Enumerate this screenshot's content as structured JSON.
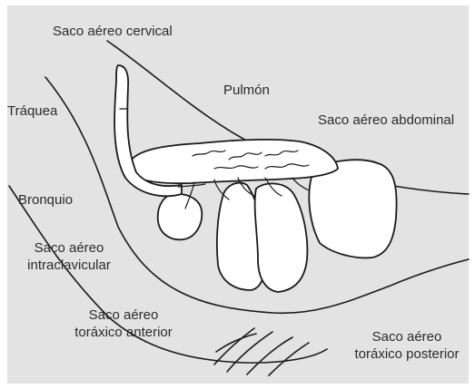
{
  "diagram": {
    "labels": {
      "cervical": "Saco aéreo cervical",
      "pulmon": "Pulmón",
      "abdominal": "Saco aéreo abdominal",
      "traquea": "Tráquea",
      "bronquio": "Bronquio",
      "intraclavicular_1": "Saco aéreo",
      "intraclavicular_2": "intraclavicular",
      "toracico_anterior_1": "Saco aéreo",
      "toracico_anterior_2": "toráxico anterior",
      "toracico_posterior_1": "Saco aéreo",
      "toracico_posterior_2": "toráxico posterior"
    },
    "colors": {
      "background": "#e3e3e3",
      "stroke": "#1a1a1a",
      "organ_fill": "#ffffff"
    }
  }
}
